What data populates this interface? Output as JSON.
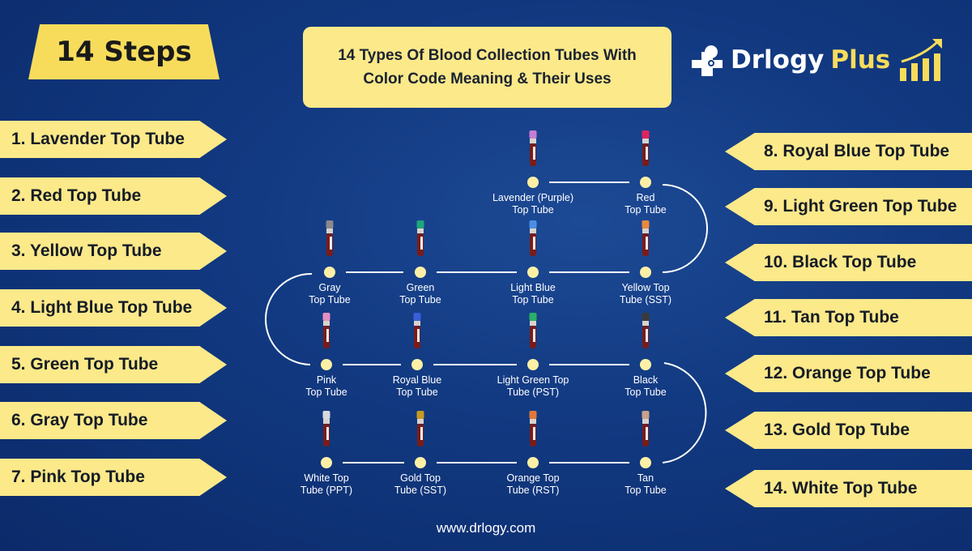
{
  "badge": "14 Steps",
  "title": {
    "line1": "14 Types Of Blood Collection Tubes With",
    "line2": "Color Code Meaning & Their Uses"
  },
  "logo": {
    "name": "Drlogy",
    "suffix": "Plus"
  },
  "left_steps": [
    "1. Lavender Top Tube",
    "2. Red Top Tube",
    "3. Yellow Top Tube",
    "4. Light Blue Top Tube",
    "5. Green Top Tube",
    "6. Gray Top Tube",
    "7. Pink Top Tube"
  ],
  "right_steps": [
    "8. Royal Blue Top Tube",
    "9. Light Green Top Tube",
    "10. Black Top Tube",
    "11. Tan Top Tube",
    "12. Orange Top Tube",
    "13. Gold Top Tube",
    "14. White Top Tube"
  ],
  "nodes": [
    {
      "l1": "Lavender (Purple)",
      "l2": "Top Tube",
      "cap": "#c77dd6"
    },
    {
      "l1": "Red",
      "l2": "Top Tube",
      "cap": "#e0245e"
    },
    {
      "l1": "Yellow Top",
      "l2": "Tube (SST)",
      "cap": "#e8893f"
    },
    {
      "l1": "Light Blue",
      "l2": "Top Tube",
      "cap": "#4a8fe6"
    },
    {
      "l1": "Green",
      "l2": "Top Tube",
      "cap": "#1ea67a"
    },
    {
      "l1": "Gray",
      "l2": "Top Tube",
      "cap": "#8a8a8a"
    },
    {
      "l1": "Pink",
      "l2": "Top Tube",
      "cap": "#e58fc2"
    },
    {
      "l1": "Royal Blue",
      "l2": "Top Tube",
      "cap": "#3a5fd6"
    },
    {
      "l1": "Light Green Top",
      "l2": "Tube (PST)",
      "cap": "#2bb067"
    },
    {
      "l1": "Black",
      "l2": "Top Tube",
      "cap": "#3a3a3a"
    },
    {
      "l1": "Tan",
      "l2": "Top Tube",
      "cap": "#c7a18a"
    },
    {
      "l1": "Orange Top",
      "l2": "Tube (RST)",
      "cap": "#e0773a"
    },
    {
      "l1": "Gold Top",
      "l2": "Tube (SST)",
      "cap": "#c89a20"
    },
    {
      "l1": "White Top",
      "l2": "Tube (PPT)",
      "cap": "#d8d8e0"
    }
  ],
  "footer": "www.drlogy.com"
}
